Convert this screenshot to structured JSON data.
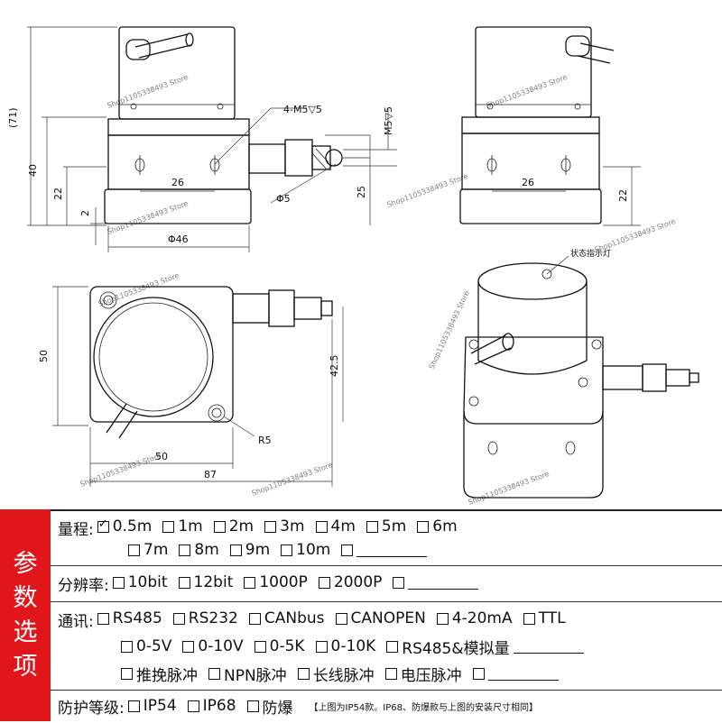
{
  "dimensions": {
    "d71": "(71)",
    "d40": "40",
    "d22_left": "22",
    "d2": "2",
    "d26_front": "26",
    "d46": "Φ46",
    "thread_front": "4-M5▽5",
    "d5": "Φ5",
    "d25": "25",
    "thread_side": "M5▽5",
    "d26_side": "26",
    "d22_right": "22",
    "d50_left": "50",
    "d50_bottom": "50",
    "d87": "87",
    "d42_5": "42.5",
    "r5": "R5",
    "indicator": "状态指示灯"
  },
  "watermark": "Shop1105338493 Store",
  "spec": {
    "side_title": [
      "参",
      "数",
      "选",
      "项"
    ],
    "range": {
      "label": "量程:",
      "options": [
        {
          "text": "0.5m",
          "checked": true
        },
        {
          "text": "1m",
          "checked": false
        },
        {
          "text": "2m",
          "checked": false
        },
        {
          "text": "3m",
          "checked": false
        },
        {
          "text": "4m",
          "checked": false
        },
        {
          "text": "5m",
          "checked": false
        },
        {
          "text": "6m",
          "checked": false
        },
        {
          "text": "7m",
          "checked": false
        },
        {
          "text": "8m",
          "checked": false
        },
        {
          "text": "9m",
          "checked": false
        },
        {
          "text": "10m",
          "checked": false
        },
        {
          "text": "",
          "checked": false,
          "blank": true
        }
      ]
    },
    "resolution": {
      "label": "分辨率:",
      "options": [
        {
          "text": "10bit",
          "checked": false
        },
        {
          "text": "12bit",
          "checked": false
        },
        {
          "text": "1000P",
          "checked": false
        },
        {
          "text": "2000P",
          "checked": false
        },
        {
          "text": "",
          "checked": false,
          "blank": true
        }
      ]
    },
    "comm": {
      "label": "通讯:",
      "options": [
        {
          "text": "RS485",
          "checked": false
        },
        {
          "text": "RS232",
          "checked": false
        },
        {
          "text": "CANbus",
          "checked": false
        },
        {
          "text": "CANOPEN",
          "checked": false
        },
        {
          "text": "4-20mA",
          "checked": false
        },
        {
          "text": "TTL",
          "checked": false
        },
        {
          "text": "0-5V",
          "checked": false
        },
        {
          "text": "0-10V",
          "checked": false
        },
        {
          "text": "0-5K",
          "checked": false
        },
        {
          "text": "0-10K",
          "checked": false
        },
        {
          "text": "RS485&模拟量",
          "checked": false,
          "blank_after": true
        },
        {
          "text": "推挽脉冲",
          "checked": false
        },
        {
          "text": "NPN脉冲",
          "checked": false
        },
        {
          "text": "长线脉冲",
          "checked": false
        },
        {
          "text": "电压脉冲",
          "checked": false
        },
        {
          "text": "",
          "checked": false,
          "blank": true
        }
      ]
    },
    "protection": {
      "label": "防护等级:",
      "options": [
        {
          "text": "IP54",
          "checked": false
        },
        {
          "text": "IP68",
          "checked": false
        },
        {
          "text": "防爆",
          "checked": false
        }
      ],
      "note": "【上图为IP54款。IP68、防爆款与上图的安装尺寸相同】"
    }
  }
}
